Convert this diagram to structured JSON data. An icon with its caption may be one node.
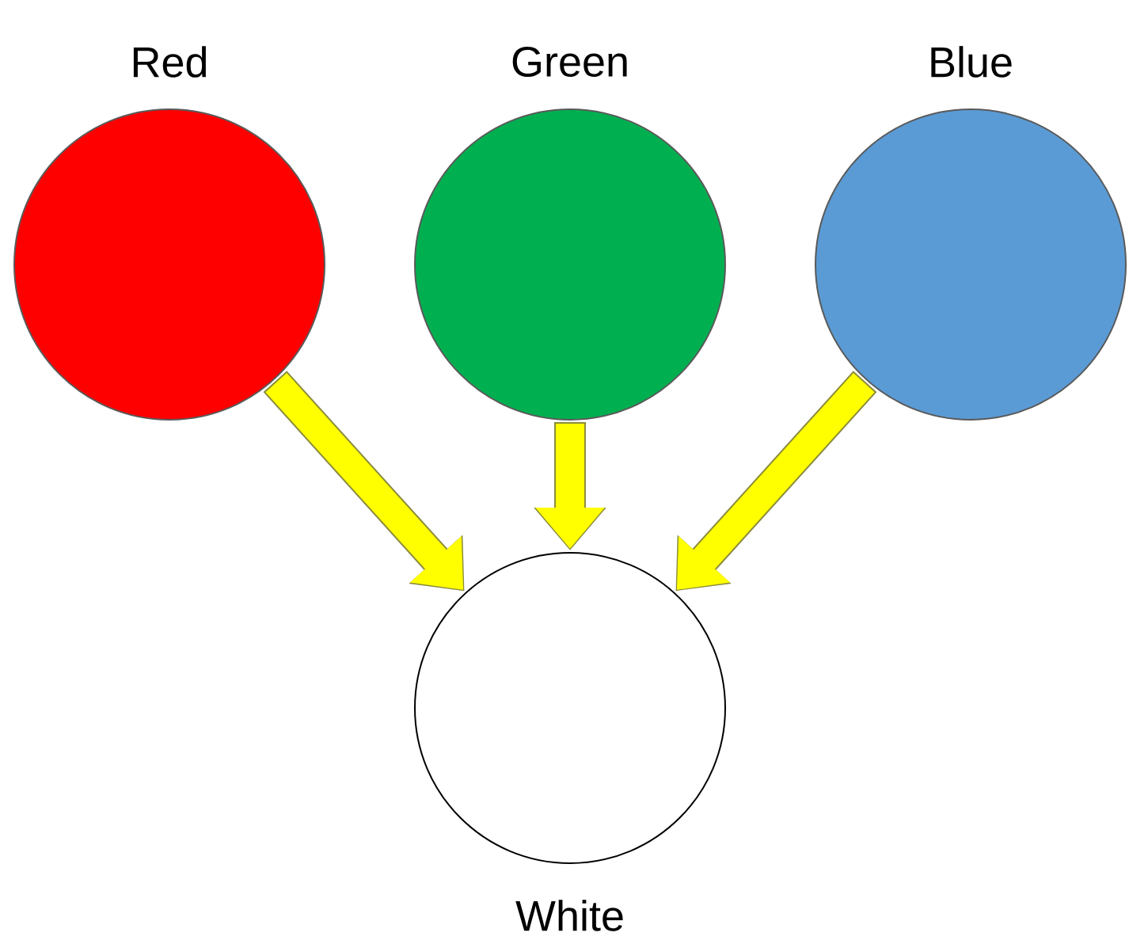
{
  "diagram": {
    "nodes": [
      {
        "text": [
          "Red"
        ]
      },
      {
        "text": [
          "Green"
        ]
      },
      {
        "text": [
          "Blue"
        ]
      },
      {
        "text": [
          "White"
        ]
      }
    ],
    "edges": [
      {
        "from": 0,
        "to": 3,
        "arrow": "to"
      },
      {
        "from": 1,
        "to": 3,
        "arrow": "to"
      },
      {
        "from": 2,
        "to": 3,
        "arrow": "to"
      }
    ]
  }
}
